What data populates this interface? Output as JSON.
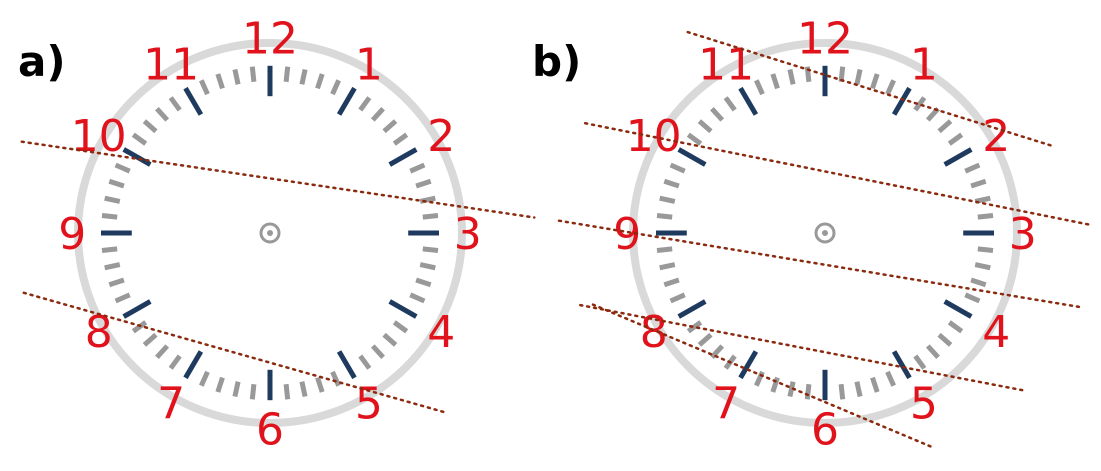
{
  "colors": {
    "rim": "#d9d9d9",
    "minute_tick": "#999999",
    "hour_tick": "#1f3a5f",
    "numeral": "#e0121b",
    "cut_line": "#8b2a0e",
    "center": "#999999",
    "label": "#000000"
  },
  "hour_numerals": [
    "12",
    "1",
    "2",
    "3",
    "4",
    "5",
    "6",
    "7",
    "8",
    "9",
    "10",
    "11"
  ],
  "clocks": [
    {
      "label": "a)",
      "cut_lines": [
        {
          "from_deg": 295,
          "to_deg": 82
        },
        {
          "from_deg": 245,
          "to_deg": 147
        }
      ]
    },
    {
      "label": "b)",
      "cut_lines": [
        {
          "from_deg": 340,
          "to_deg": 55
        },
        {
          "from_deg": 300,
          "to_deg": 83
        },
        {
          "from_deg": 270,
          "to_deg": 109
        },
        {
          "from_deg": 243,
          "to_deg": 139
        },
        {
          "from_deg": 238,
          "to_deg": 168
        }
      ]
    }
  ]
}
